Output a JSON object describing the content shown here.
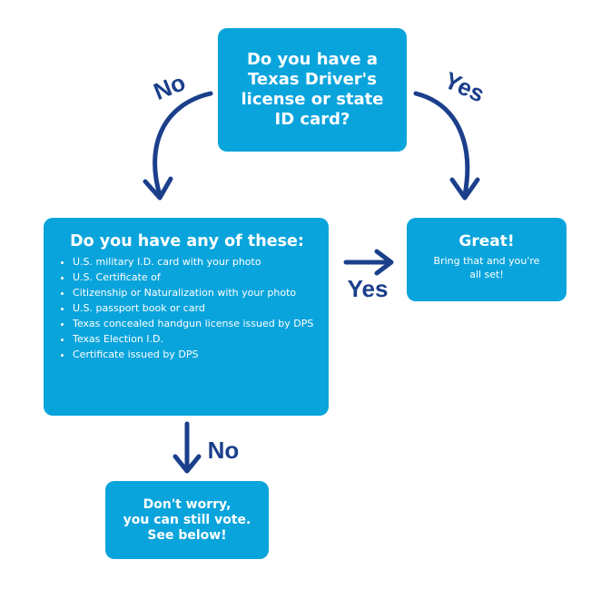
{
  "colors": {
    "box": "#0aa4dc",
    "arrow": "#1b3f8b",
    "text": "#ffffff"
  },
  "question_1": {
    "text": "Do you have a\nTexas Driver's\nlicense or state\nID card?"
  },
  "question_2": {
    "heading": "Do you have any of these:",
    "items": [
      "U.S. military I.D. card with your photo",
      "U.S. Certificate of",
      "Citizenship or Naturalization with your photo",
      "U.S. passport book or card",
      "Texas concealed handgun license issued by DPS",
      "Texas Election I.D.",
      "Certificate issued by DPS"
    ]
  },
  "result_yes": {
    "heading": "Great!",
    "text": "Bring that and you're\nall set!"
  },
  "result_no": {
    "text": "Don't worry,\nyou can still vote.\nSee below!"
  },
  "arrow_labels": {
    "no_1": "No",
    "yes_1": "Yes",
    "yes_2": "Yes",
    "no_2": "No"
  }
}
